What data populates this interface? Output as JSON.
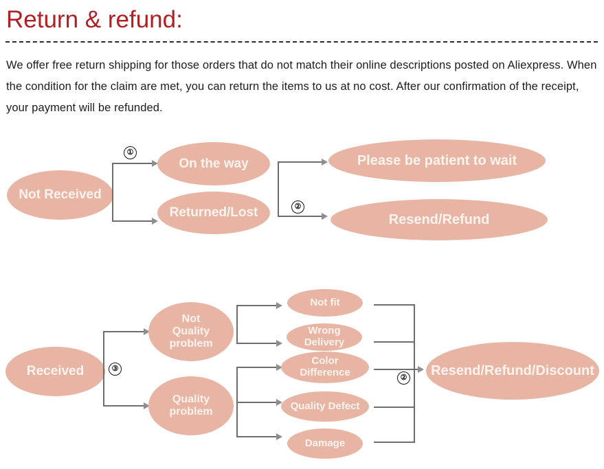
{
  "header": {
    "title": "Return & refund:",
    "title_color": "#b01f23",
    "divider": "dashed-rule",
    "paragraph": "We offer free return shipping for  those orders that do not  match their online descriptions  posted on Aliexpress. When the condition for the claim are met, you can return the items to us at no cost. After our confirmation of the receipt, your payment will be refunded."
  },
  "theme": {
    "ellipse_fill": "#e8b5a4",
    "ellipse_text": "#fdf3ee",
    "connector": "#6d6d6d",
    "arrowhead": "#8e8e8e",
    "background": "#ffffff"
  },
  "flow_not_received": {
    "start": "Not Received",
    "step_badge_1": "①",
    "step_badge_2": "②",
    "branches": [
      {
        "condition": "On the way",
        "outcome": "Please be patient to wait"
      },
      {
        "condition": "Returned/Lost",
        "outcome": "Resend/Refund"
      }
    ]
  },
  "flow_received": {
    "start": "Received",
    "step_badge_3": "③",
    "step_badge_2": "②",
    "categories": [
      {
        "label": "Not\nQuality\nproblem",
        "label_lines": [
          "Not",
          "Quality",
          "problem"
        ],
        "reasons": [
          "Not fit",
          "Wrong Delivery"
        ]
      },
      {
        "label": "Quality\nproblem",
        "label_lines": [
          "Quality",
          "problem"
        ],
        "reasons": [
          "Color Difference",
          "Quality Defect",
          "Damage"
        ]
      }
    ],
    "outcome": "Resend/Refund/Discount"
  }
}
